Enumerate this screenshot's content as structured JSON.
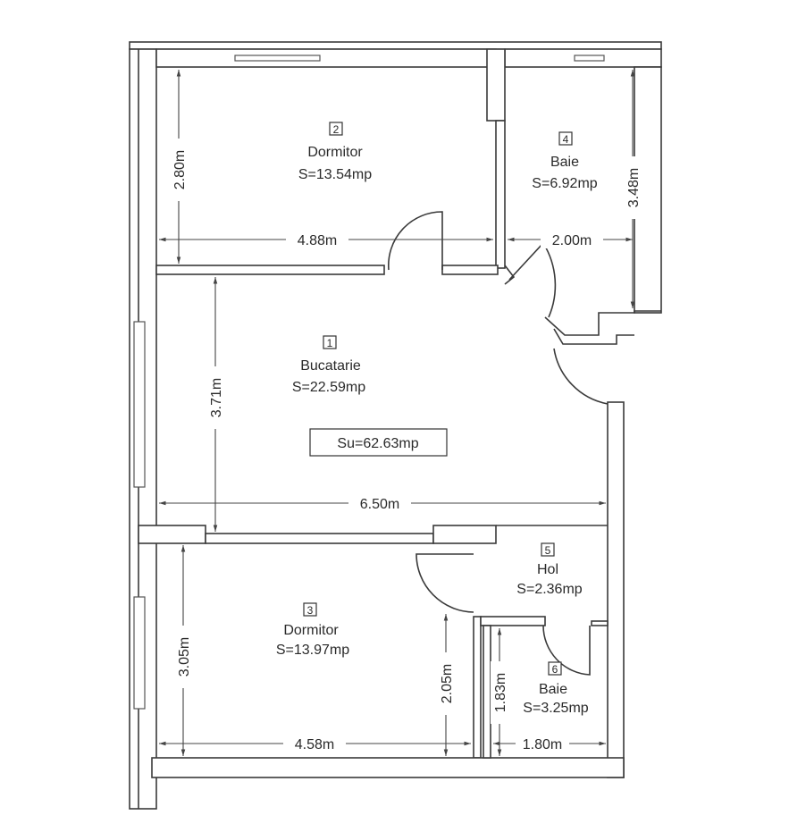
{
  "plan": {
    "total_area": "Su=62.63mp",
    "rooms": [
      {
        "number": "1",
        "name": "Bucatarie",
        "area": "S=22.59mp"
      },
      {
        "number": "2",
        "name": "Dormitor",
        "area": "S=13.54mp"
      },
      {
        "number": "3",
        "name": "Dormitor",
        "area": "S=13.97mp"
      },
      {
        "number": "4",
        "name": "Baie",
        "area": "S=6.92mp"
      },
      {
        "number": "5",
        "name": "Hol",
        "area": "S=2.36mp"
      },
      {
        "number": "6",
        "name": "Baie",
        "area": "S=3.25mp"
      }
    ],
    "dimensions": {
      "dormitor2_width": "4.88m",
      "dormitor2_height": "2.80m",
      "baie4_width": "2.00m",
      "baie4_height": "3.48m",
      "bucatarie_width": "6.50m",
      "bucatarie_height": "3.71m",
      "dormitor3_width": "4.58m",
      "dormitor3_height": "3.05m",
      "dormitor3_niche": "2.05m",
      "baie6_width": "1.80m",
      "baie6_height": "1.83m"
    }
  }
}
